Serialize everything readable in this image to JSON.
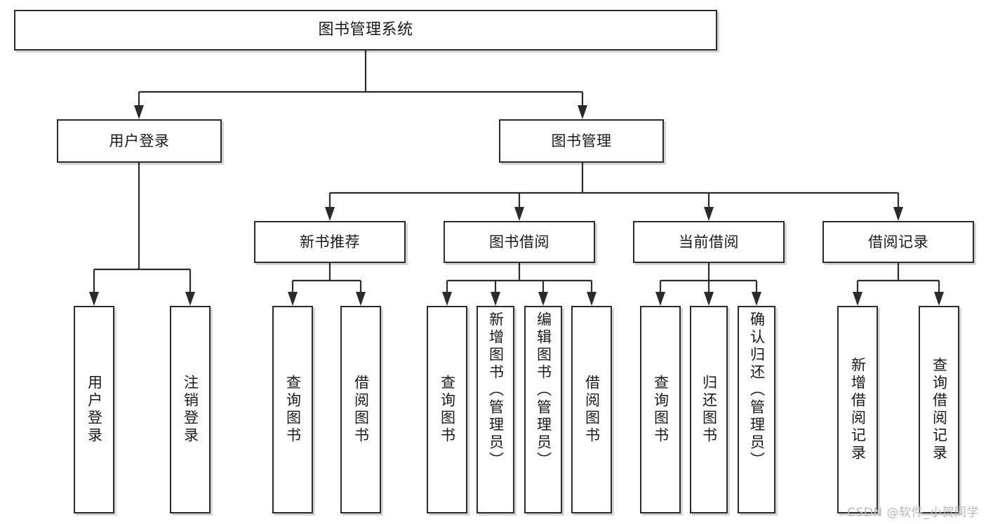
{
  "diagram": {
    "title": "图书管理系统",
    "type": "tree",
    "watermark": "CSDN @软件_小贺同学",
    "nodes": {
      "root": {
        "label": "图书管理系统"
      },
      "level2": [
        {
          "id": "user-login",
          "label": "用户登录"
        },
        {
          "id": "book-manage",
          "label": "图书管理"
        }
      ],
      "level3": [
        {
          "id": "new-book-rec",
          "label": "新书推荐"
        },
        {
          "id": "book-borrow",
          "label": "图书借阅"
        },
        {
          "id": "current-borrow",
          "label": "当前借阅"
        },
        {
          "id": "borrow-record",
          "label": "借阅记录"
        }
      ],
      "leaves": {
        "user-login": [
          {
            "id": "leaf-user-login",
            "label": "用户登录"
          },
          {
            "id": "leaf-logout",
            "label": "注销登录"
          }
        ],
        "new-book-rec": [
          {
            "id": "leaf-query-book-1",
            "label": "查询图书"
          },
          {
            "id": "leaf-borrow-book-1",
            "label": "借阅图书"
          }
        ],
        "book-borrow": [
          {
            "id": "leaf-query-book-2",
            "label": "查询图书"
          },
          {
            "id": "leaf-add-book",
            "label": "新增图书（管理员）"
          },
          {
            "id": "leaf-edit-book",
            "label": "编辑图书（管理员）"
          },
          {
            "id": "leaf-borrow-book-2",
            "label": "借阅图书"
          }
        ],
        "current-borrow": [
          {
            "id": "leaf-query-book-3",
            "label": "查询图书"
          },
          {
            "id": "leaf-return-book",
            "label": "归还图书"
          },
          {
            "id": "leaf-confirm-return",
            "label": "确认归还（管理员）"
          }
        ],
        "borrow-record": [
          {
            "id": "leaf-add-record",
            "label": "新增借阅记录"
          },
          {
            "id": "leaf-query-record",
            "label": "查询借阅记录"
          }
        ]
      }
    },
    "colors": {
      "stroke": "#2b2b2b",
      "fill": "#ffffff",
      "text": "#1a1a1a",
      "watermark": "#b9b9b9"
    }
  }
}
